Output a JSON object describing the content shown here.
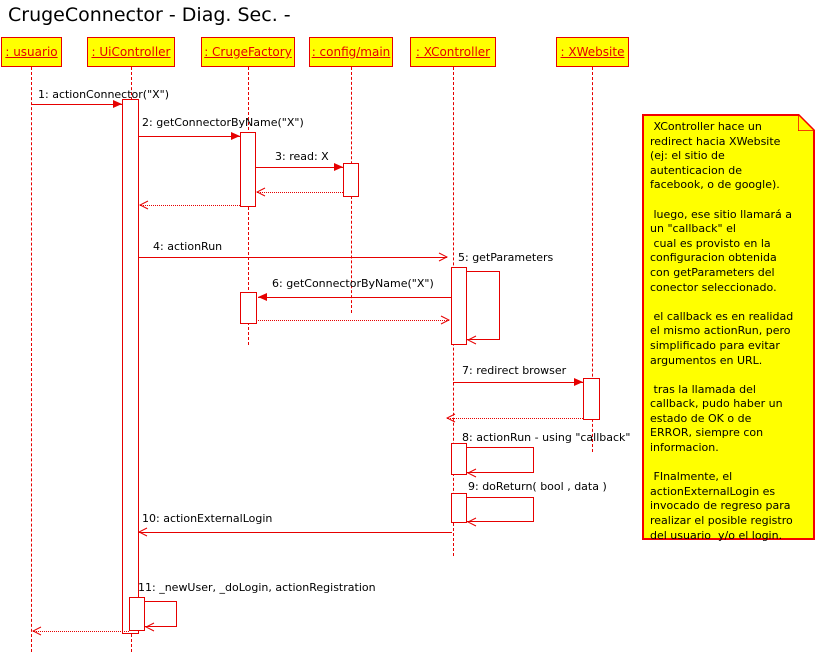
{
  "title": "CrugeConnector - Diag. Sec. -",
  "colors": {
    "accent_red": "#e60000",
    "shape_fill_yellow": "#ffff00",
    "text_black": "#000000",
    "activation_fill": "#ffffff"
  },
  "actors": [
    {
      "label": ": usuario"
    },
    {
      "label": ": UiController"
    },
    {
      "label": ": CrugeFactory"
    },
    {
      "label": ": config/main"
    },
    {
      "label": ": XController"
    },
    {
      "label": ": XWebsite"
    }
  ],
  "messages": [
    {
      "label": "1: actionConnector(\"X\")",
      "from": ": usuario",
      "to": ": UiController"
    },
    {
      "label": "2: getConnectorByName(\"X\")",
      "from": ": UiController",
      "to": ": CrugeFactory"
    },
    {
      "label": "3: read: X",
      "from": ": CrugeFactory",
      "to": ": config/main"
    },
    {
      "label": "4: actionRun",
      "from": ": UiController",
      "to": ": XController"
    },
    {
      "label": "5: getParameters",
      "from": ": XController",
      "to": ": XController"
    },
    {
      "label": "6: getConnectorByName(\"X\")",
      "from": ": XController",
      "to": ": CrugeFactory"
    },
    {
      "label": "7: redirect browser",
      "from": ": XController",
      "to": ": XWebsite"
    },
    {
      "label": "8: actionRun - using \"callback\"",
      "from": ": XController",
      "to": ": XController"
    },
    {
      "label": "9: doReturn( bool , data )",
      "from": ": XController",
      "to": ": XController"
    },
    {
      "label": "10: actionExternalLogin",
      "from": ": XController",
      "to": ": UiController"
    },
    {
      "label": "11: _newUser, _doLogin, actionRegistration",
      "from": ": UiController",
      "to": ": UiController"
    }
  ],
  "note": {
    "text": " XController hace un\nredirect hacia XWebsite\n(ej: el sitio de\nautenticacion de\nfacebook, o de google).\n\n luego, ese sitio llamará a\nun \"callback\" el\n cual es provisto en la\nconfiguracion obtenida\ncon getParameters del\nconector seleccionado.\n\n el callback es en realidad\nel mismo actionRun, pero\nsimplificado para evitar\nargumentos en URL.\n\n tras la llamada del\ncallback, pudo haber un\nestado de OK o de\nERROR, siempre con\ninformacion.\n\n FInalmente, el\nactionExternalLogin es\ninvocado de regreso para\nrealizar el posible registro\ndel usuario  y/o el login."
  }
}
